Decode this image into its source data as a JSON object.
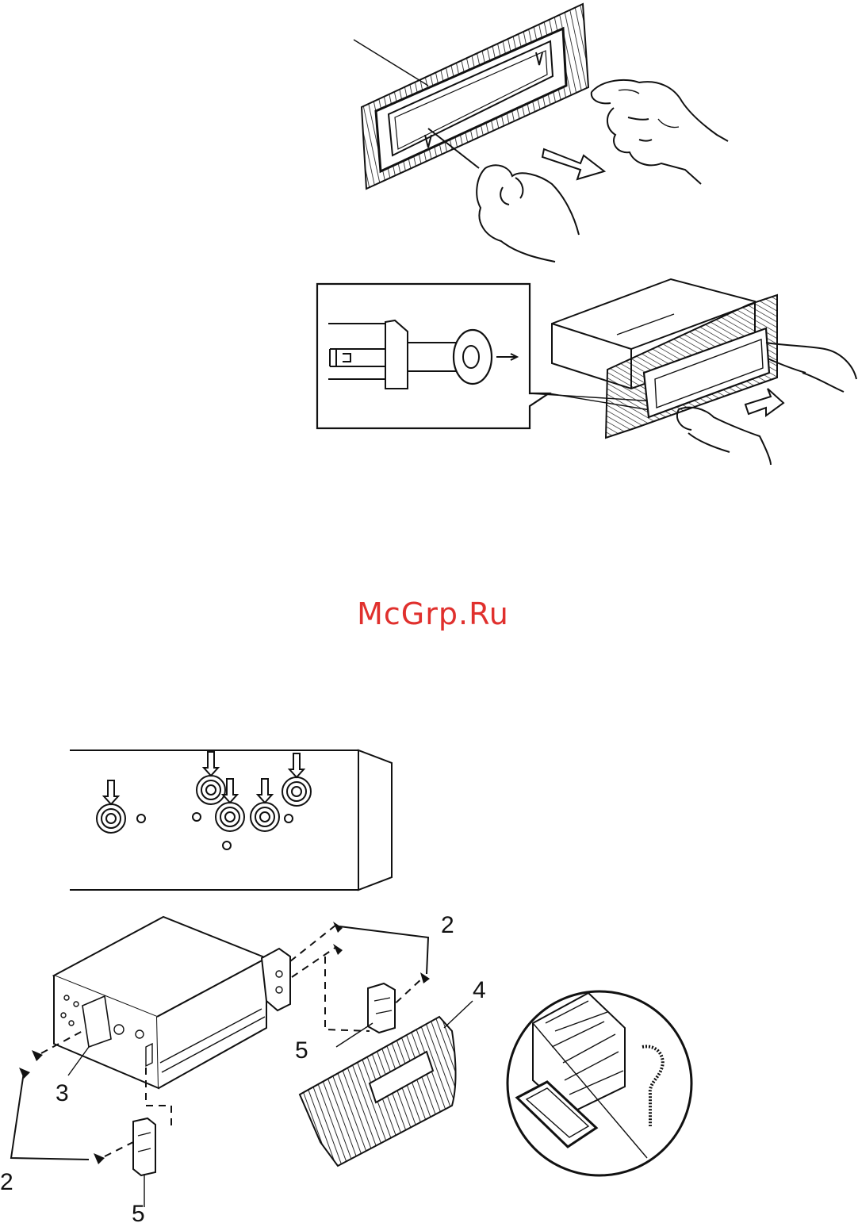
{
  "watermark": "McGrp.Ru",
  "callouts": {
    "screw_top": "2",
    "screw_bottom": "2",
    "unit_part": "3",
    "trim_frame": "4",
    "bracket_top": "5",
    "bracket_bottom": "5"
  },
  "figures": [
    {
      "id": "trim-removal",
      "icon": "hands-pulling-trim-frame"
    },
    {
      "id": "unit-removal-with-keys",
      "icon": "removal-key-inset-and-chassis"
    },
    {
      "id": "rear-panel-rca",
      "icon": "rca-jacks-with-arrows"
    },
    {
      "id": "mounting-exploded",
      "icon": "exploded-mounting-view"
    }
  ],
  "colors": {
    "watermark": "#e0302d",
    "line": "#111111"
  }
}
